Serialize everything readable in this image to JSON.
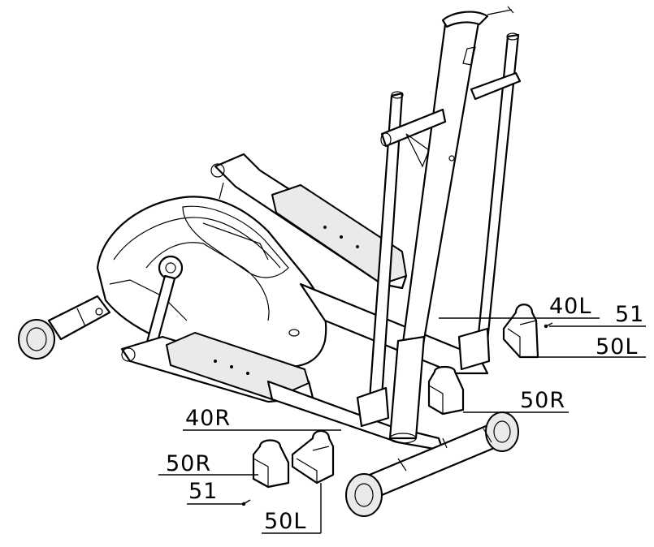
{
  "labels": {
    "l40L": "40L",
    "l51_right": "51",
    "l50L_right": "50L",
    "l50R_right": "50R",
    "l40R": "40R",
    "l50R_left": "50R",
    "l51_left": "51",
    "l50L_bottom": "50L"
  },
  "colors": {
    "line": "#000000",
    "background": "#ffffff",
    "shade": "#eaeaea"
  }
}
